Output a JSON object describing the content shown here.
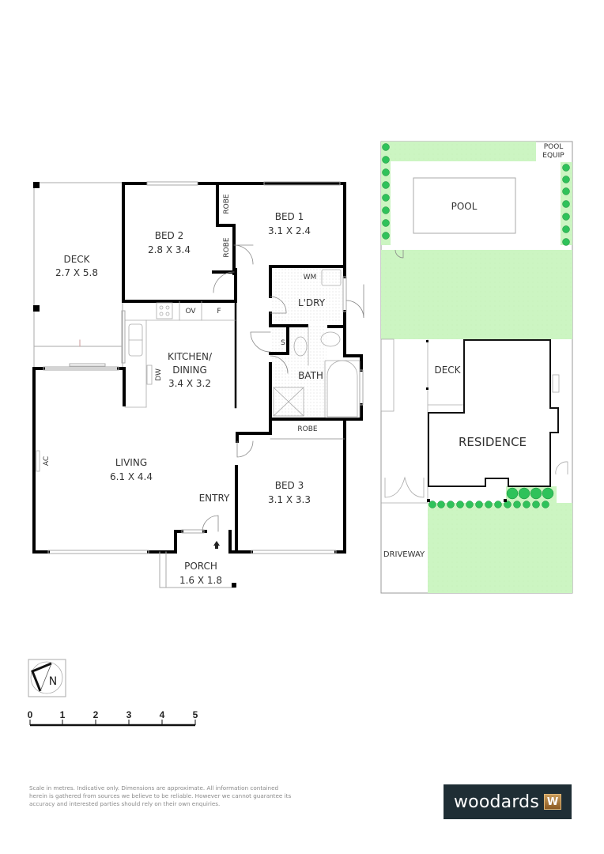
{
  "floorplan": {
    "rooms": [
      {
        "id": "deck",
        "name": "DECK",
        "dims": "2.7 X 5.8"
      },
      {
        "id": "bed2",
        "name": "BED 2",
        "dims": "2.8 X 3.4"
      },
      {
        "id": "bed1",
        "name": "BED 1",
        "dims": "3.1 X 2.4"
      },
      {
        "id": "kitchen",
        "name": "KITCHEN/",
        "name2": "DINING",
        "dims": "3.4 X 3.2"
      },
      {
        "id": "living",
        "name": "LIVING",
        "dims": "6.1 X 4.4"
      },
      {
        "id": "bed3",
        "name": "BED 3",
        "dims": "3.1 X 3.3"
      },
      {
        "id": "porch",
        "name": "PORCH",
        "dims": "1.6 X 1.8"
      }
    ],
    "labels": {
      "robe1": "ROBE",
      "robe2": "ROBE",
      "robe3": "ROBE",
      "ov": "OV",
      "f": "F",
      "dw": "DW",
      "ac": "AC",
      "wm": "WM",
      "laundry": "L'DRY",
      "s": "S",
      "bath": "BATH",
      "entry": "ENTRY"
    }
  },
  "siteplan": {
    "pool": "POOL",
    "pool_equip_1": "POOL",
    "pool_equip_2": "EQUIP",
    "deck": "DECK",
    "residence": "RESIDENCE",
    "driveway": "DRIVEWAY",
    "colors": {
      "lawn": "#ccf5c2",
      "tree": "#2fc25a",
      "tree_edge": "#1e8a3c"
    }
  },
  "compass": {
    "label": "N"
  },
  "scale_bar": {
    "ticks": [
      "0",
      "1",
      "2",
      "3",
      "4",
      "5"
    ],
    "unit": "metres"
  },
  "disclaimer": "Scale in metres. Indicative only. Dimensions are approximate. All information contained herein is gathered from sources we believe to be reliable. However we cannot guarantee its accuracy and interested parties should rely on their own enquiries.",
  "logo": {
    "text": "woodards",
    "mark": "W",
    "bg": "#1f2e35"
  }
}
